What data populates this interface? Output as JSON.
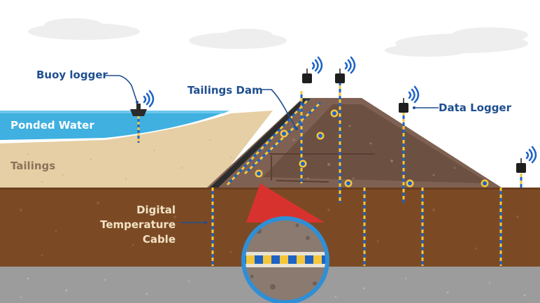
{
  "labels": {
    "buoy_logger": "Buoy logger",
    "tailings_dam": "Tailings Dam",
    "data_logger": "Data Logger",
    "ponded_water": "Ponded Water",
    "tailings": "Tailings",
    "cable_line1": "Digital",
    "cable_line2": "Temperature",
    "cable_line3": "Cable"
  },
  "colors": {
    "sky": "#ffffff",
    "water": "#3fb0e0",
    "tailings": "#e6cfa5",
    "dam": "#7e6152",
    "foundation": "#7b4a25",
    "bedrock": "#9c9c9c",
    "label_blue": "#1f4f8f",
    "cable_yellow": "#f6c63a",
    "cable_blue": "#1d63c6",
    "magnifier_red": "#d8322f",
    "magnifier_ring": "#2f8fd6"
  },
  "icons": {
    "logger": "data-logger-icon",
    "signal": "wifi-signal-icon",
    "buoy": "buoy-icon",
    "sensor": "sensor-node-icon",
    "magnifier": "magnifier-icon"
  }
}
